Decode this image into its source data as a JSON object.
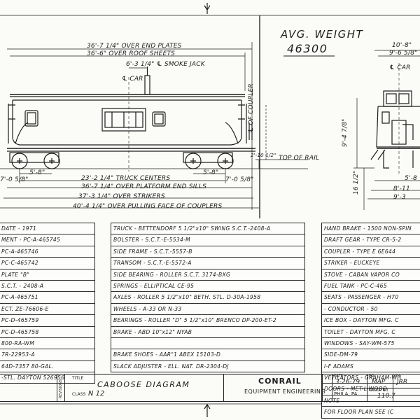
{
  "header": {
    "avg_weight_label": "AVG. WEIGHT",
    "avg_weight_value": "46300"
  },
  "side_view": {
    "dims": {
      "over_end_plates": "36'-7 1/4\" OVER END PLATES",
      "over_roof_sheets": "36'-6\" OVER ROOF SHEETS",
      "smoke_jack": "6'-3 1/4\" ℄ SMOKE JACK",
      "car_centerline": "℄ CAR",
      "truck_centers": "23'-2 1/4\" TRUCK CENTERS",
      "platform_end_sills": "36'-7 1/4\" OVER PLATFORM END SILLS",
      "over_strikers": "37'-3 1/4\" OVER STRIKERS",
      "pulling_face": "40'-4 1/4\" OVER PULLING FACE OF COUPLERS",
      "wheelbase_left": "5'-8\"",
      "wheelbase_right": "5'-8\"",
      "end_left": "7'-0 5/8\"",
      "end_right": "7'-0 5/8\"",
      "coupler_height": "2'-10 1/2\"",
      "coupler_label": "℄ OF COUPLER",
      "top_of_rail": "TOP OF RAIL"
    }
  },
  "end_view": {
    "dims": {
      "width_top": "10'-8\"",
      "width_second": "9'-6 5/8\"",
      "car_centerline": "℄ CAR",
      "height": "9'-4 7/8\"",
      "height_low": "16 1/2\"",
      "w1": "5'-8",
      "w2": "8'-11",
      "w3": "9'-3"
    }
  },
  "left_specs": [
    "DATE - 1971",
    "MENT - PC-A-465745",
    "PC-A-465746",
    "PC-C-465742",
    "PLATE \"B\"",
    "S.C.T. - 2408-A",
    "PC-A-465751",
    "ECT. ZE-76606-E",
    "PC-D-465759",
    "PC-D-465758",
    "800-RA-WM",
    "7R-22953-A",
    "64D-7357  80-GAL.",
    "-STL. DAYTON 526956"
  ],
  "middle_specs": [
    "TRUCK - BETTENDORF 5 1/2\"x10\" SWING S.C.T.-2408-A",
    "BOLSTER - S.C.T.-E-5534-M",
    "SIDE FRAME - S.C.T.-5557-B",
    "TRANSOM - S.C.T.-E-5572-A",
    "SIDE BEARING - ROLLER  S.C.T. 3174-BXG",
    "SPRINGS - ELLIPTICAL          CE-95",
    "AXLES - ROLLER 5 1/2\"x10\"  BETH. STL. D-30A-1958",
    "WHEELS - A-33 OR N-33",
    "BEARINGS - ROLLER \"D\" 5 1/2\"x10\" BRENCO DP-200-ET-2",
    "BRAKE - ABD 10\"x12\"  NYAB",
    "",
    "BRAKE SHOES - AAR\"1  ABEX 15103-D",
    "SLACK ADJUSTER - ELL. NAT.  DR-2304-DJ"
  ],
  "right_specs": [
    "HAND BRAKE - 1500 NON-SPIN",
    "DRAFT GEAR - TYPE CR-5-2",
    "COUPLER - TYPE E 6E644",
    "STRIKER - EUCKEYE",
    "STOVE - CABAN VAPOR CO",
    "FUEL TANK - PC-C-465",
    "SEATS - PASSENGER - H70",
    "- CONDUCTOR - 50",
    "ICE BOX - DAYTON MFG. C",
    "TOILET - DAYTON MFG. C",
    "WINDOWS - SAY-WM-575",
    "SIDE-DM-79",
    "I-F  ADAMS",
    "VETILATORS - GRAHAM-WH",
    "DOORS - MET-L-WOOD",
    "NOTE",
    "FOR FLOOR PLAN SEE (C"
  ],
  "title_block": {
    "revisions": "REVISIONS",
    "title_label": "TITLE",
    "title": "CABOOSE DIAGRAM",
    "class_label": "CLASS",
    "class_value": "N 12",
    "company": "CONRAIL",
    "department": "EQUIPMENT ENGINEERING",
    "date_label": "DATE",
    "date": "3-26-79",
    "dr_label": "DR",
    "dr": "MAP",
    "ch_label": "CH.",
    "ch": "JRR",
    "location": "PHILA, PA.",
    "group_label": "GROUP NO.",
    "group_no": "110.7"
  },
  "colors": {
    "ink": "#1c1c1c",
    "paper": "#fbfbf8"
  }
}
